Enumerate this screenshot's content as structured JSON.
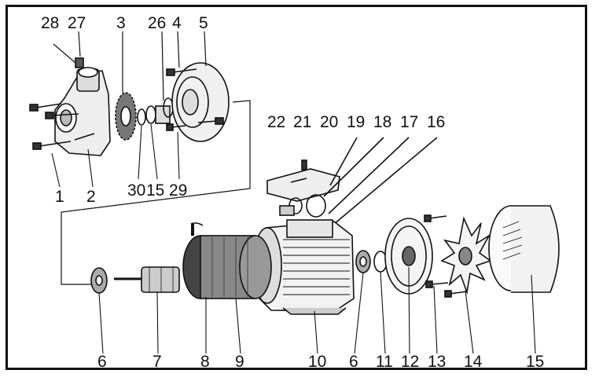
{
  "labels": {
    "l1": "1",
    "l2": "2",
    "l3": "3",
    "l4": "4",
    "l5": "5",
    "l6a": "6",
    "l6b": "6",
    "l7": "7",
    "l8": "8",
    "l9": "9",
    "l10": "10",
    "l11": "11",
    "l12": "12",
    "l13": "13",
    "l14": "14",
    "l15a": "15",
    "l15b": "15",
    "l16": "16",
    "l17": "17",
    "l18": "18",
    "l19": "19",
    "l20": "20",
    "l21": "21",
    "l22": "22",
    "l26": "26",
    "l27": "27",
    "l28": "28",
    "l29": "29",
    "l30": "30"
  },
  "colors": {
    "ink": "#111111",
    "shade": "#666666",
    "fill": "#e6e6e6"
  }
}
